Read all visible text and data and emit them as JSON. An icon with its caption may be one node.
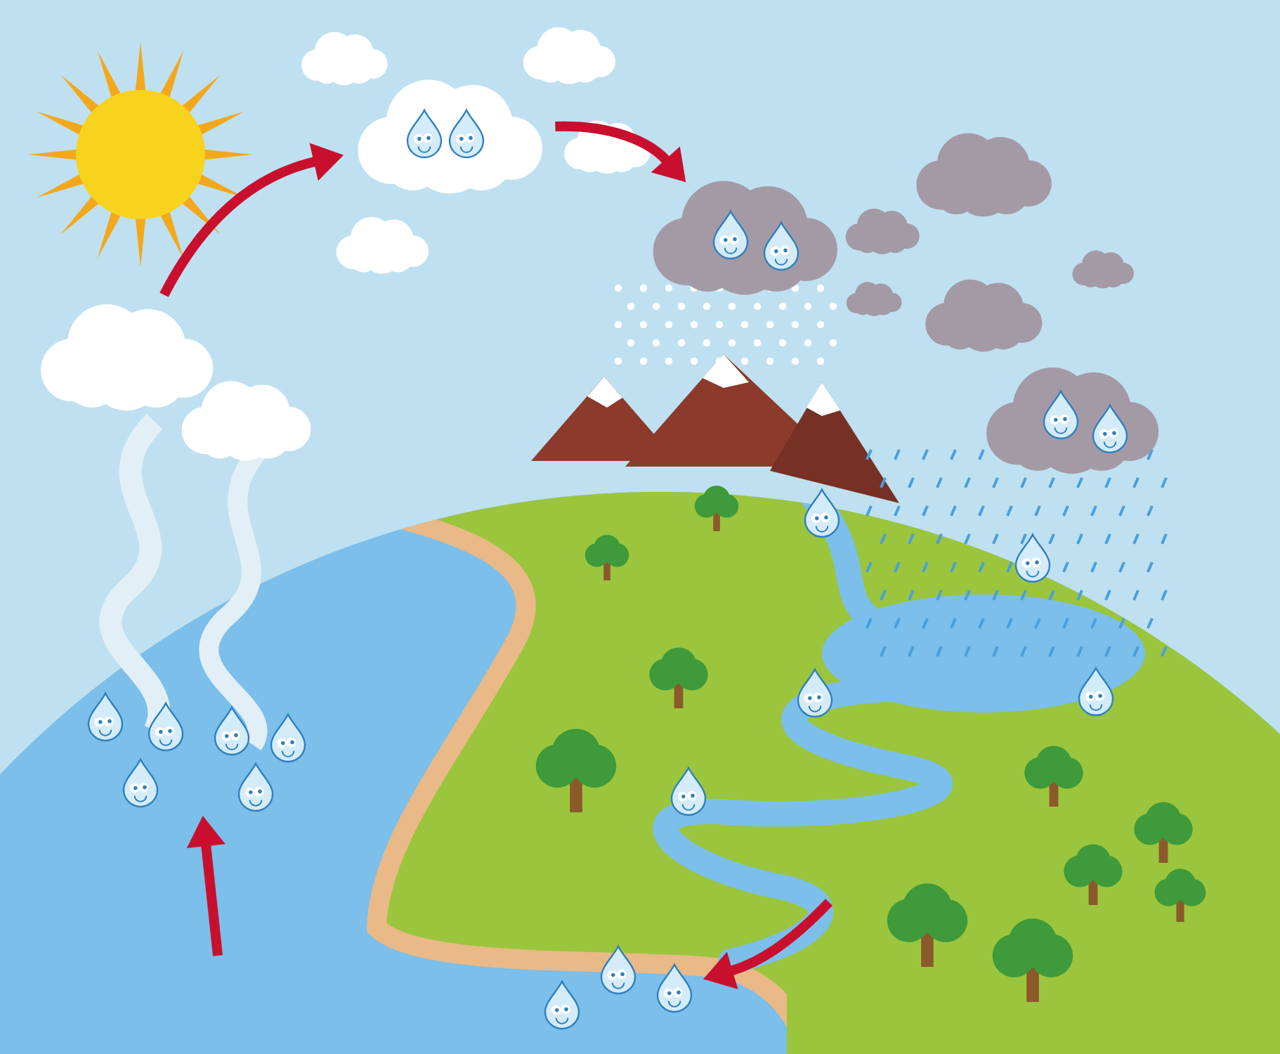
{
  "diagram": {
    "nodes": [
      {
        "text": [],
        "shape": "cloud"
      },
      {
        "text": [],
        "shape": "cloud"
      },
      {
        "text": [],
        "shape": "cloud"
      },
      {
        "text": [],
        "shape": "picture"
      },
      {
        "text": [],
        "shape": "picture"
      },
      {
        "text": [],
        "shape": "picture"
      },
      {
        "text": [],
        "shape": "picture"
      },
      {
        "text": [],
        "shape": "picture"
      },
      {
        "text": [],
        "shape": "picture"
      },
      {
        "text": [],
        "shape": "picture"
      },
      {
        "text": [],
        "shape": "picture"
      },
      {
        "text": [],
        "shape": "picture"
      }
    ],
    "edges": [
      {
        "from": null,
        "to": 4,
        "arrow": "to"
      },
      {
        "from": 0,
        "to": 1,
        "arrow": "to"
      },
      {
        "from": 1,
        "to": 2,
        "arrow": "to"
      },
      {
        "from": null,
        "to": 3,
        "arrow": "to"
      }
    ]
  }
}
